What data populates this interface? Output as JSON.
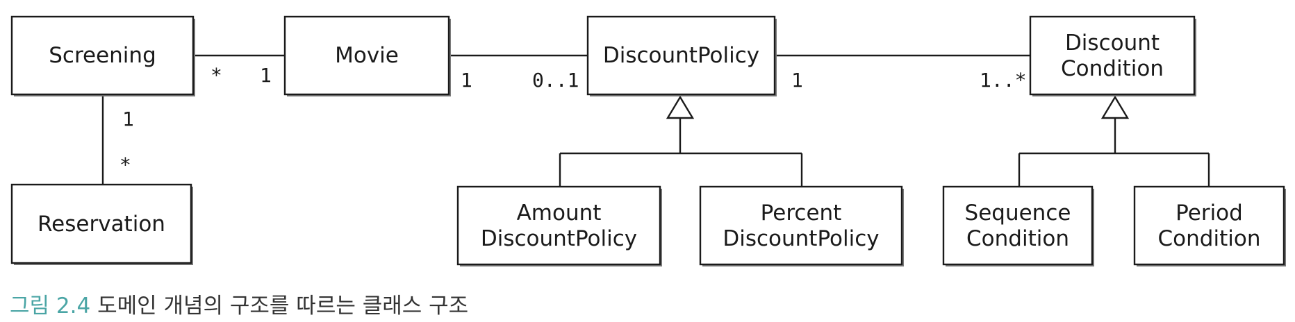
{
  "colors": {
    "box_border": "#1a1a1a",
    "shadow": "#7a7a7a",
    "caption_label": "#4aa5a5",
    "caption_text": "#333333"
  },
  "classes": {
    "screening": [
      "Screening"
    ],
    "movie": [
      "Movie"
    ],
    "discount_policy": [
      "DiscountPolicy"
    ],
    "discount_condition": [
      "Discount",
      "Condition"
    ],
    "reservation": [
      "Reservation"
    ],
    "amount_discount_policy": [
      "Amount",
      "DiscountPolicy"
    ],
    "percent_discount_policy": [
      "Percent",
      "DiscountPolicy"
    ],
    "sequence_condition": [
      "Sequence",
      "Condition"
    ],
    "period_condition": [
      "Period",
      "Condition"
    ]
  },
  "multiplicities": {
    "screening_to_movie": "*",
    "movie_to_screening": "1",
    "movie_to_policy": "1",
    "policy_to_movie": "0..1",
    "policy_to_condition": "1",
    "condition_to_policy": "1..*",
    "screening_to_reservation": "1",
    "reservation_to_screening": "*"
  },
  "caption": {
    "label": "그림 2.4",
    "text": "도메인 개념의 구조를 따르는 클래스 구조"
  }
}
